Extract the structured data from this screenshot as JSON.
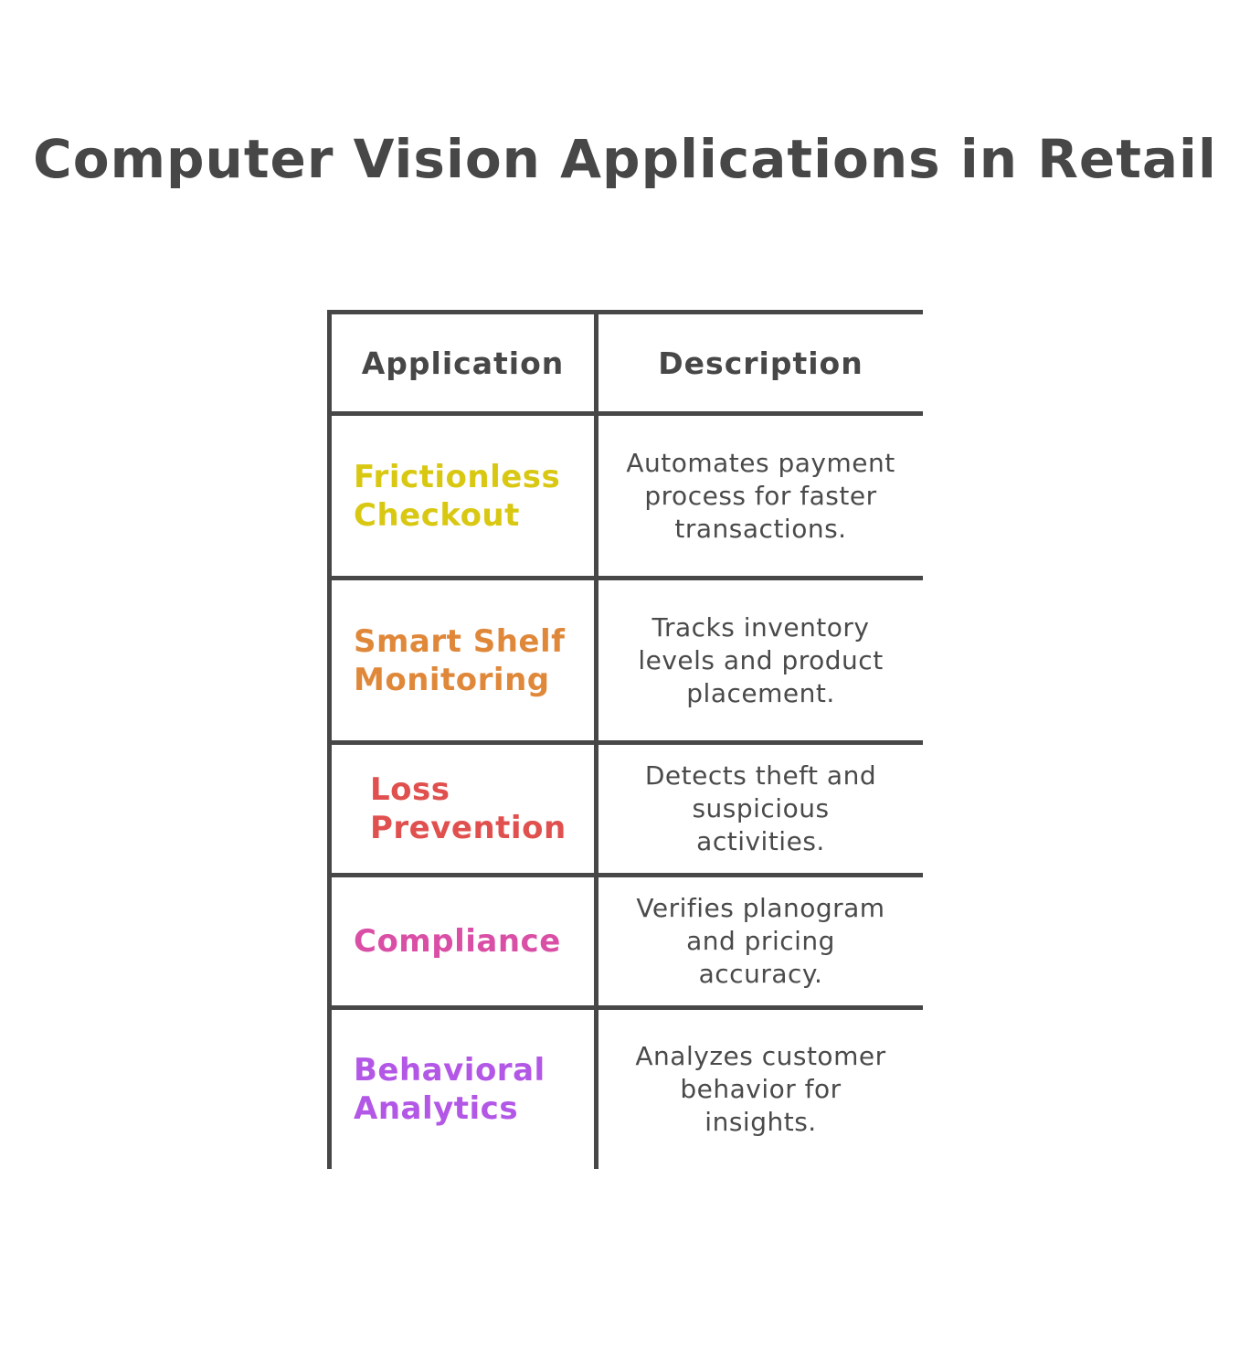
{
  "title": "Computer Vision Applications in Retail",
  "headers": {
    "application": "Application",
    "description": "Description"
  },
  "rows": [
    {
      "application_lines": [
        "Frictionless",
        "Checkout"
      ],
      "color": "#d9c812",
      "description": "Automates payment process for faster transactions."
    },
    {
      "application_lines": [
        "Smart Shelf",
        "Monitoring"
      ],
      "color": "#e0883a",
      "description": "Tracks inventory levels and product placement."
    },
    {
      "application_lines": [
        "Loss",
        "Prevention"
      ],
      "color": "#e0504e",
      "description": "Detects theft and suspicious activities."
    },
    {
      "application_lines": [
        "Compliance"
      ],
      "color": "#da4fa6",
      "description": "Verifies planogram and pricing accuracy."
    },
    {
      "application_lines": [
        "Behavioral",
        "Analytics"
      ],
      "color": "#b357e6",
      "description": "Analyzes customer behavior for insights."
    }
  ]
}
